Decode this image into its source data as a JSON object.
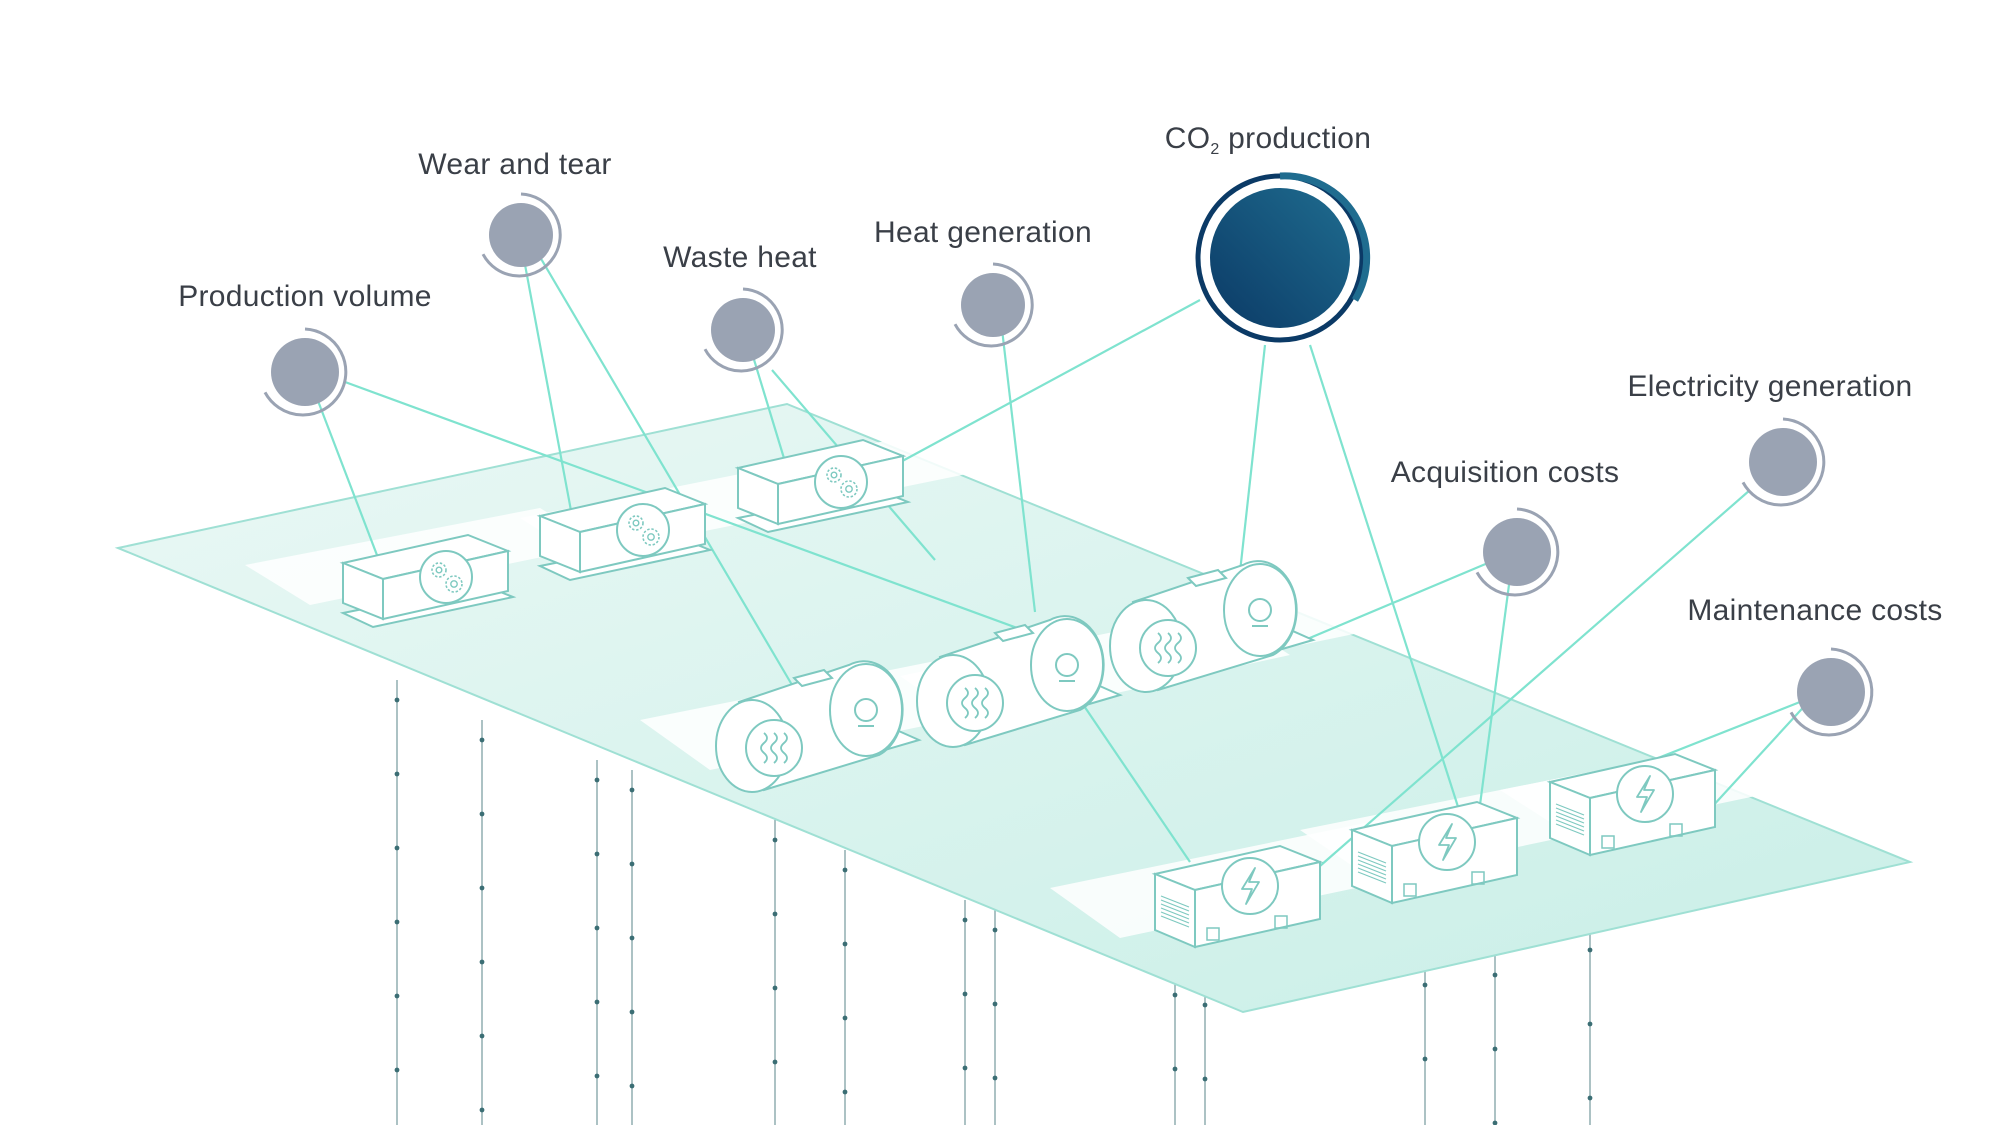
{
  "colors": {
    "background": "#ffffff",
    "platform_fill": "#d8f3ef",
    "platform_edge": "#9fe0d4",
    "connection_line": "#7fe3cf",
    "drop_line": "#3b6e74",
    "kpi_node": "#9aa3b3",
    "kpi_ring": "#9aa3b3",
    "highlight_node_dark": "#0b3a66",
    "highlight_node_light": "#1f6c8f",
    "machine_stroke": "#7ec9c0",
    "label_text": "#3a3f47"
  },
  "labels": {
    "wear_and_tear": "Wear and tear",
    "co2_prefix": "CO",
    "co2_sub": "2",
    "co2_suffix": " production",
    "heat_generation": "Heat generation",
    "waste_heat": "Waste heat",
    "production_volume": "Production volume",
    "electricity_generation": "Electricity generation",
    "acquisition_costs": "Acquisition costs",
    "maintenance_costs": "Maintenance costs"
  },
  "machines": {
    "gear_units": [
      "gear-icon",
      "gear-icon",
      "gear-icon"
    ],
    "boiler_units": [
      "heat-waves-icon",
      "heat-waves-icon",
      "heat-waves-icon"
    ],
    "generator_units": [
      "lightning-icon",
      "lightning-icon",
      "lightning-icon"
    ]
  }
}
